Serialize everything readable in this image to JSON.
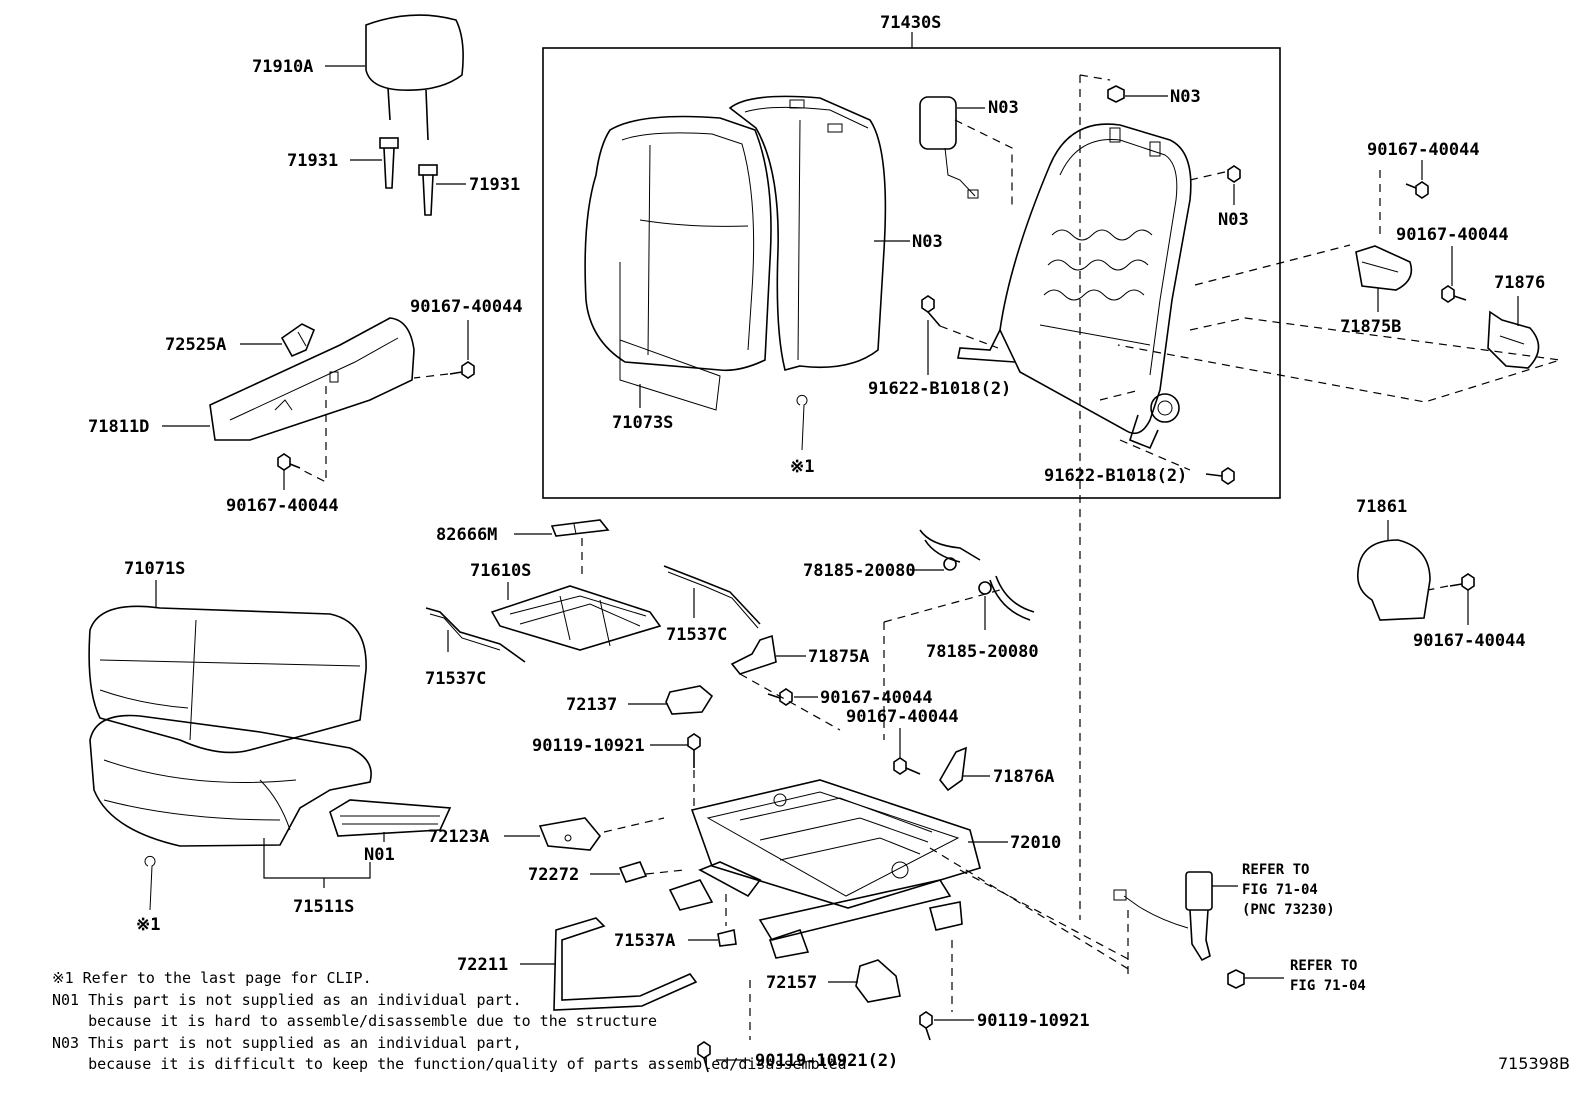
{
  "labels": {
    "p71430S": "71430S",
    "p71910A": "71910A",
    "p71931a": "71931",
    "p71931b": "71931",
    "p72525A": "72525A",
    "p71811D": "71811D",
    "p90167_a": "90167-40044",
    "p90167_b": "90167-40044",
    "p71073S": "71073S",
    "p_x1a": "※1",
    "p_n03a": "N03",
    "p_n03b": "N03",
    "p_n03c": "N03",
    "p_n03d": "N03",
    "p91622a": "91622-B1018(2)",
    "p91622b": "91622-B1018(2)",
    "p90167_c": "90167-40044",
    "p90167_d": "90167-40044",
    "p71876": "71876",
    "p71875B": "71875B",
    "p71861": "71861",
    "p90167_e": "90167-40044",
    "p71071S": "71071S",
    "p82666M": "82666M",
    "p71610S": "71610S",
    "p71537Ca": "71537C",
    "p71537Cb": "71537C",
    "p78185a": "78185-20080",
    "p78185b": "78185-20080",
    "p71875A": "71875A",
    "p90167_f": "90167-40044",
    "p72137": "72137",
    "p90167_g": "90167-40044",
    "p90119a": "90119-10921",
    "p71876A": "71876A",
    "p72010": "72010",
    "p72123A": "72123A",
    "p_n01": "N01",
    "p71511S": "71511S",
    "p_x1b": "※1",
    "p72272": "72272",
    "p71537A": "71537A",
    "p72211": "72211",
    "p72157": "72157",
    "p90119b": "90119-10921",
    "p90119c": "90119-10921(2)",
    "ref1a": "REFER TO",
    "ref1b": "FIG 71-04",
    "ref1c": "(PNC 73230)",
    "ref2a": "REFER TO",
    "ref2b": "FIG 71-04"
  },
  "notes": {
    "n1": "※1 Refer to the last page for CLIP.",
    "n2a": "N01 This part is not supplied as an individual part.",
    "n2b": "    because it is hard to assemble/disassemble due to the structure",
    "n3a": "N03 This part is not supplied as an individual part,",
    "n3b": "    because it is difficult to keep the function/quality of parts assembled/disassembled"
  },
  "figure_code": "715398B"
}
